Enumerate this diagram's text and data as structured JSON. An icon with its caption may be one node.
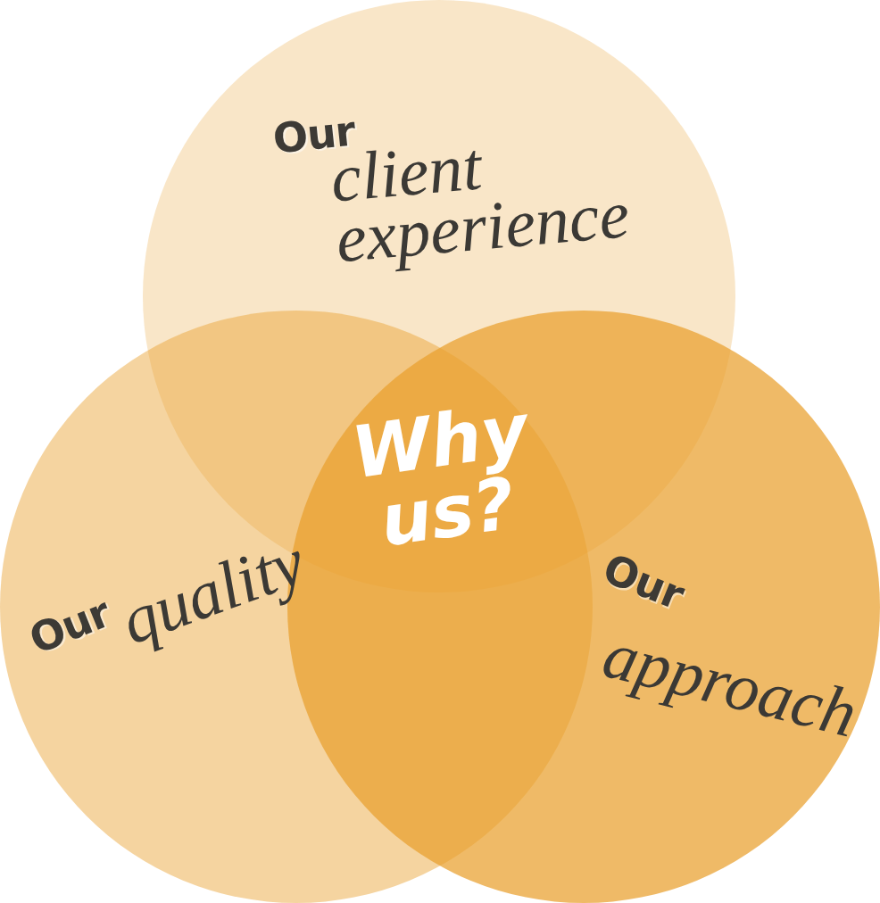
{
  "diagram": {
    "nodes": [
      {
        "text": [
          "Our",
          "client experience"
        ]
      },
      {
        "text": [
          "Our",
          "quality"
        ]
      },
      {
        "text": [
          "Our",
          "approach"
        ]
      }
    ],
    "labels": [
      "Why us?"
    ]
  }
}
